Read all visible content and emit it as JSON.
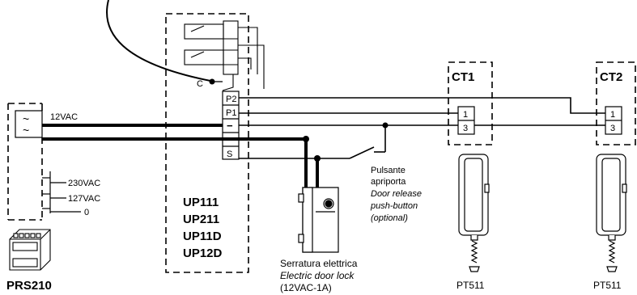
{
  "power_supply": {
    "model": "PRS210",
    "output_label": "12VAC",
    "input_labels": [
      "230VAC",
      "127VAC",
      "0"
    ]
  },
  "door_unit": {
    "models": [
      "UP111",
      "UP211",
      "UP11D",
      "UP12D"
    ],
    "terminals": [
      "P2",
      "P1",
      "−",
      "~",
      "S"
    ],
    "common_label": "C"
  },
  "push_button": {
    "label_it_1": "Pulsante",
    "label_it_2": "apriporta",
    "label_en_1": "Door release",
    "label_en_2": "push-button",
    "label_en_3": "(optional)"
  },
  "door_lock": {
    "label_it": "Serratura elettrica",
    "label_en": "Electric door lock",
    "rating": "(12VAC-1A)"
  },
  "handsets": [
    {
      "name": "CT1",
      "terminal_1": "1",
      "terminal_2": "3",
      "model": "PT511"
    },
    {
      "name": "CT2",
      "terminal_1": "1",
      "terminal_2": "3",
      "model": "PT511"
    }
  ],
  "colors": {
    "line": "#000000",
    "background": "#ffffff"
  }
}
